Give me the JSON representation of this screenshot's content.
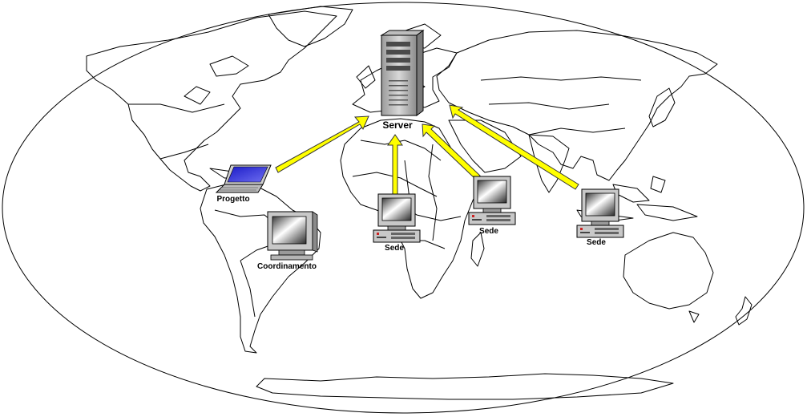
{
  "diagram": {
    "nodes": {
      "server": {
        "label": "Server",
        "icon": "server-tower-icon"
      },
      "progetto": {
        "label": "Progetto",
        "icon": "laptop-icon"
      },
      "coordinamento": {
        "label": "Coordinamento",
        "icon": "crt-monitor-icon"
      },
      "sede_africa": {
        "label": "Sede",
        "icon": "desktop-computer-icon"
      },
      "sede_middle_east": {
        "label": "Sede",
        "icon": "desktop-computer-icon"
      },
      "sede_asia": {
        "label": "Sede",
        "icon": "desktop-computer-icon"
      }
    },
    "connections": [
      {
        "from": "progetto",
        "to": "server"
      },
      {
        "from": "sede_africa",
        "to": "server"
      },
      {
        "from": "sede_middle_east",
        "to": "server"
      },
      {
        "from": "sede_asia",
        "to": "server"
      }
    ],
    "colors": {
      "arrow_fill": "#ffff00",
      "arrow_stroke": "#333333",
      "map_stroke": "#000000",
      "background": "#ffffff"
    }
  }
}
